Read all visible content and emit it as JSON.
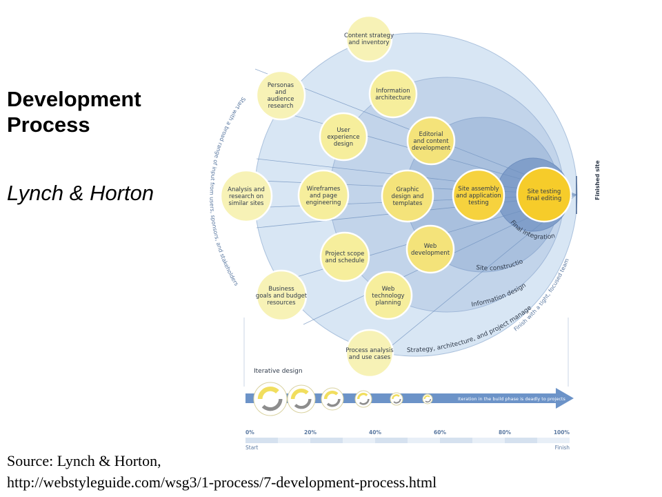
{
  "slide": {
    "title_line1": "Development",
    "title_line2": "Process",
    "author": "Lynch & Horton",
    "source_line1": "Source: Lynch & Horton,",
    "source_line2": "http://webstyleguide.com/wsg3/1-process/7-development-process.html"
  },
  "diagram": {
    "nodes": [
      {
        "id": "content-strategy",
        "lines": [
          "Content strategy",
          "and inventory"
        ],
        "color": "#f7f2b6"
      },
      {
        "id": "personas",
        "lines": [
          "Personas",
          "and",
          "audience",
          "research"
        ],
        "color": "#f7f2b6"
      },
      {
        "id": "information-architecture",
        "lines": [
          "Information",
          "architecture"
        ],
        "color": "#f6ee9c"
      },
      {
        "id": "user-experience",
        "lines": [
          "User",
          "experience",
          "design"
        ],
        "color": "#f6ee9c"
      },
      {
        "id": "editorial",
        "lines": [
          "Editorial",
          "and content",
          "development"
        ],
        "color": "#f4e37a"
      },
      {
        "id": "analysis-research",
        "lines": [
          "Analysis and",
          "research on",
          "similar sites"
        ],
        "color": "#f7f2b6"
      },
      {
        "id": "wireframes",
        "lines": [
          "Wireframes",
          "and page",
          "engineering"
        ],
        "color": "#f6ee9c"
      },
      {
        "id": "graphic-design",
        "lines": [
          "Graphic",
          "design and",
          "templates"
        ],
        "color": "#f4e37a"
      },
      {
        "id": "site-assembly",
        "lines": [
          "Site assembly",
          "and application",
          "testing"
        ],
        "color": "#f6d23e"
      },
      {
        "id": "site-testing",
        "lines": [
          "Site testing",
          "final editing"
        ],
        "color": "#f6cc2a"
      },
      {
        "id": "project-scope",
        "lines": [
          "Project scope",
          "and schedule"
        ],
        "color": "#f6ee9c"
      },
      {
        "id": "web-development",
        "lines": [
          "Web",
          "development"
        ],
        "color": "#f4e37a"
      },
      {
        "id": "business-goals",
        "lines": [
          "Business",
          "goals and budget",
          "resources"
        ],
        "color": "#f7f2b6"
      },
      {
        "id": "web-technology",
        "lines": [
          "Web",
          "technology",
          "planning"
        ],
        "color": "#f6ee9c"
      },
      {
        "id": "process-analysis",
        "lines": [
          "Process analysis",
          "and use cases"
        ],
        "color": "#f7f2b6"
      }
    ],
    "phase_labels": {
      "final_integration": "Final integration",
      "site_construction": "Site construction",
      "information_design": "Information design",
      "strategy": "Strategy, architecture, and project management"
    },
    "left_arc_text": "Start with a broad range of input from users, sponsors, and stakeholders",
    "right_arc_text": "Finish with a tight, focused team",
    "finished_site": "Finished site",
    "iterative_design": "Iterative design",
    "arrow_text": "Iteration in the build phase is deadly to projects",
    "timeline": {
      "ticks": [
        "0%",
        "20%",
        "40%",
        "60%",
        "80%",
        "100%"
      ],
      "start": "Start",
      "finish": "Finish"
    },
    "colors": {
      "outer_circle": "#d6e4f3",
      "band2": "#bccfe6",
      "band3": "#a4bcdb",
      "band4": "#8ea9cf",
      "final_circle": "#7898c4",
      "arrow": "#5b85c0"
    }
  }
}
